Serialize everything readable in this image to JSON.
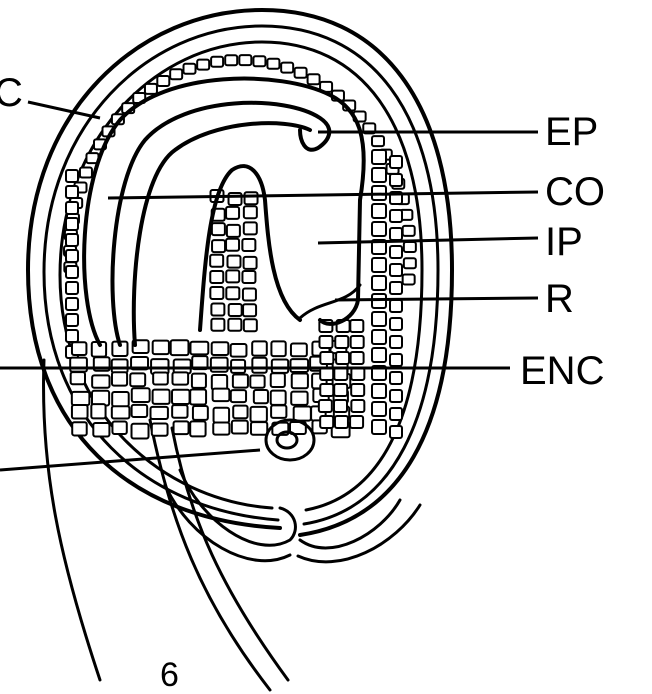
{
  "labels": {
    "left_top": "C",
    "ep": "EP",
    "co": "CO",
    "ip": "IP",
    "r": "R",
    "enc": "ENC"
  },
  "figure_number": "6",
  "colors": {
    "ink": "#000000",
    "paper": "#ffffff"
  }
}
